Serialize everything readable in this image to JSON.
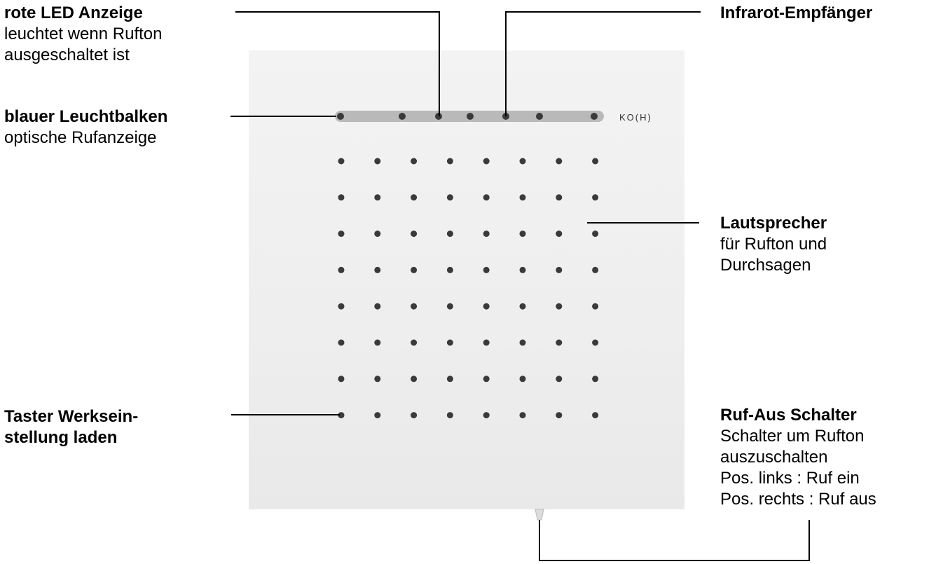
{
  "device": {
    "brand": "KO(H)"
  },
  "labels": {
    "rote_led": {
      "title": "rote LED Anzeige",
      "lines": [
        "leuchtet wenn Rufton",
        "ausgeschaltet ist"
      ]
    },
    "infrarot": {
      "title": "Infrarot-Empfänger"
    },
    "leuchtbalken": {
      "title": "blauer Leuchtbalken",
      "lines": [
        "optische Rufanzeige"
      ]
    },
    "lautsprecher": {
      "title": "Lautsprecher",
      "lines": [
        "für Rufton und",
        "Durchsagen"
      ]
    },
    "taster": {
      "title": "Taster Werksein-",
      "lines": [
        "stellung laden"
      ],
      "title_bold_second": true
    },
    "ruf_aus": {
      "title": "Ruf-Aus Schalter",
      "lines": [
        "Schalter um Rufton",
        "auszuschalten",
        "Pos. links : Ruf ein",
        "Pos. rechts : Ruf aus"
      ]
    }
  },
  "speaker_grid": {
    "rows": 8,
    "cols": 8
  },
  "light_bar": {
    "dots": 8
  },
  "colors": {
    "panel": "#eeeeee",
    "dot": "#3a3a3a",
    "bar": "#b8b8b8",
    "line": "#000000"
  }
}
